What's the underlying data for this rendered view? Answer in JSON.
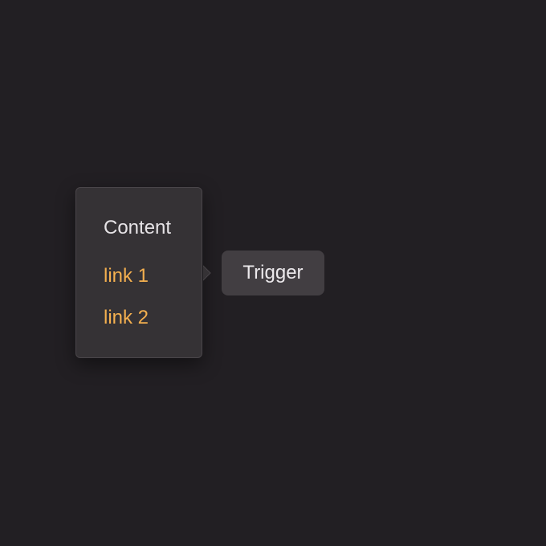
{
  "popover": {
    "title": "Content",
    "links": [
      {
        "label": "link 1"
      },
      {
        "label": "link 2"
      }
    ]
  },
  "trigger": {
    "label": "Trigger"
  },
  "colors": {
    "background": "#221f23",
    "popover_bg": "#353235",
    "link": "#f4b04f",
    "trigger_bg": "#423e42",
    "text": "#e6e3e6"
  }
}
